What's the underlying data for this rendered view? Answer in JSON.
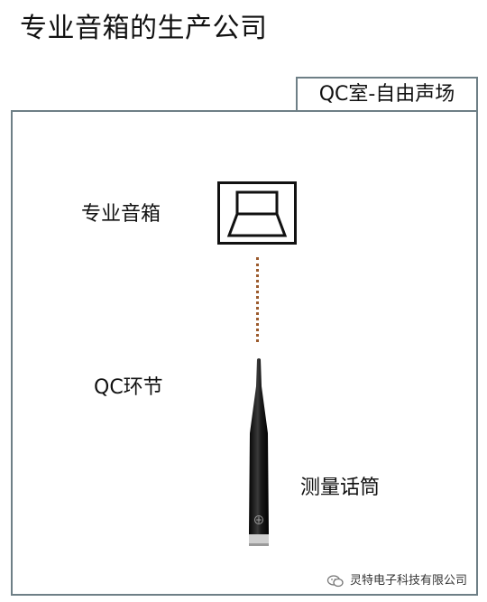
{
  "title": "专业音箱的生产公司",
  "room_label": "QC室-自由声场",
  "speaker_label": "专业音箱",
  "qc_label": "QC环节",
  "mic_label": "测量话筒",
  "watermark": {
    "icon": "wechat-icon",
    "text": "灵特电子科技有限公司"
  },
  "colors": {
    "frame": "#6e7f86",
    "dotted_line": "#9b5a2c",
    "microphone": "#1a1a1a"
  }
}
